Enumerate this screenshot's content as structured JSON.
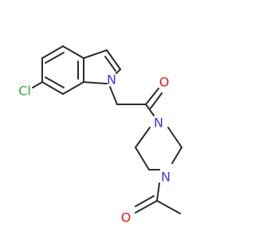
{
  "molecule": {
    "atoms": [
      {
        "id": "cl",
        "label": "Cl",
        "color": "#3daa34"
      },
      {
        "id": "n_indole",
        "label": "N",
        "color": "#3b3bd9"
      },
      {
        "id": "o_ketone",
        "label": "O",
        "color": "#e41a1a"
      },
      {
        "id": "n_pip_top",
        "label": "N",
        "color": "#3b3bd9"
      },
      {
        "id": "n_pip_bottom",
        "label": "N",
        "color": "#3b3bd9"
      },
      {
        "id": "o_acetyl",
        "label": "O",
        "color": "#e41a1a"
      }
    ],
    "bond_color": "#2b2b2b"
  }
}
